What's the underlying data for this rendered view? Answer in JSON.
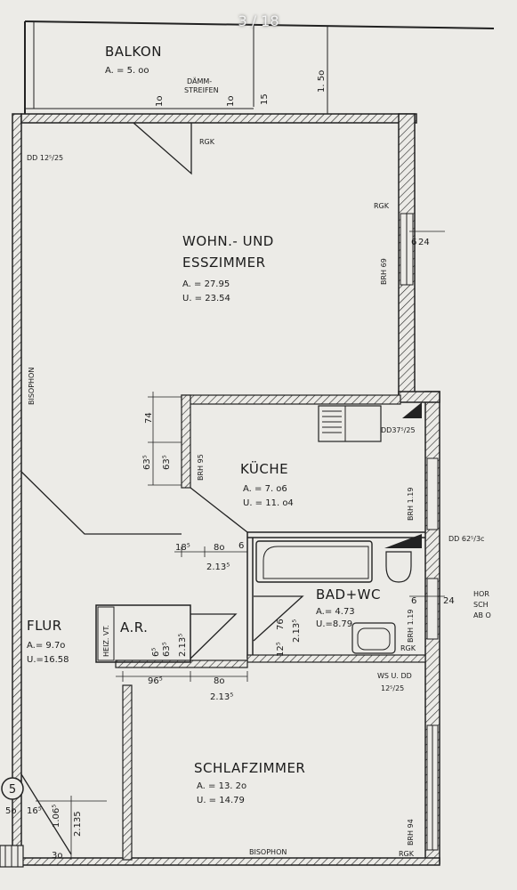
{
  "viewer": {
    "counter": "3 / 18"
  },
  "rooms": {
    "balkon": {
      "name": "BALKON",
      "area": "A. = 5. oo"
    },
    "wohn": {
      "name1": "WOHN.- UND",
      "name2": "ESSZIMMER",
      "area": "A. = 27.95",
      "perimeter": "U. = 23.54"
    },
    "kueche": {
      "name": "KÜCHE",
      "area": "A. = 7. o6",
      "perimeter": "U. = 11. o4"
    },
    "bad": {
      "name": "BAD+WC",
      "area": "A.= 4.73",
      "perimeter": "U.=8.79"
    },
    "flur": {
      "name": "FLUR",
      "area": "A.= 9.7o",
      "perimeter": "U.=16.58"
    },
    "ar": {
      "name": "A.R."
    },
    "schlaf": {
      "name": "SCHLAFZIMMER",
      "area": "A. = 13. 2o",
      "perimeter": "U. = 14.79"
    }
  },
  "labels": {
    "daemm1": "DÄMM-",
    "daemm2": "STREIFEN",
    "rgk": "RGK",
    "bisophon": "BISOPHON",
    "dd1": "DD 12⁵/25",
    "dd2": "DD37⁵/25",
    "dd3": "DD 62⁵/3c",
    "brh69": "BRH 69",
    "brh95": "BRH 95",
    "brh119a": "BRH 1.19",
    "brh119b": "BRH 1.19",
    "brh94": "BRH 94",
    "ws1": "WS U. DD",
    "ws2": "12⁵/25",
    "heiz": "HEIZ. VT.",
    "hor1": "HOR",
    "hor2": "SCH",
    "hor3": "AB O",
    "circle": "5"
  },
  "dims": {
    "d10a": "1o",
    "d10b": "1o",
    "d15": "15",
    "d150": "1. 5o",
    "d24a": "24",
    "d24b": "24",
    "d6a": "6",
    "d6b": "6",
    "d6c": "6",
    "d74": "74",
    "d635a": "63⁵",
    "d635b": "63⁵",
    "d185": "18⁵",
    "d80a": "8o",
    "d2135a": "2.13⁵",
    "d65": "6⁵",
    "d635c": "63⁵",
    "d2135b": "2.13⁵",
    "d76": "76",
    "d125": "12⁵",
    "d2135c": "2.13⁵",
    "d965": "96⁵",
    "d80b": "8o",
    "d2135d": "2.13⁵",
    "d50": "5o",
    "d165": "16⁵",
    "d1065": "1.06⁵",
    "d2135e": "2.135",
    "d30": "3o"
  }
}
